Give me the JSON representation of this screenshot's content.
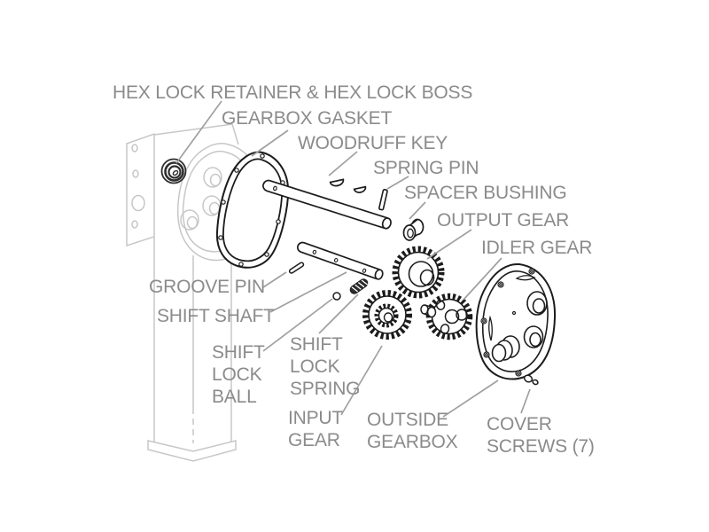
{
  "page": {
    "background": "#ffffff"
  },
  "diagram": {
    "type": "exploded-parts-diagram",
    "subject": "Gearbox assembly exploded view",
    "colors": {
      "label_text": "#8b8b8b",
      "leader_line": "#a0a0a0",
      "part_outline": "#1c1c1c",
      "faded_structure": "#c7c7c7",
      "background": "#ffffff"
    },
    "labels": {
      "hex_lock": {
        "text": "HEX LOCK RETAINER & HEX LOCK BOSS"
      },
      "gearbox_gasket": {
        "text": "GEARBOX GASKET"
      },
      "woodruff_key": {
        "text": "WOODRUFF KEY"
      },
      "spring_pin": {
        "text": "SPRING PIN"
      },
      "spacer_bushing": {
        "text": "SPACER BUSHING"
      },
      "output_gear": {
        "text": "OUTPUT GEAR"
      },
      "idler_gear": {
        "text": "IDLER GEAR"
      },
      "groove_pin": {
        "text": "GROOVE PIN"
      },
      "shift_shaft": {
        "text": "SHIFT SHAFT"
      },
      "shift_lock_ball": {
        "text": "SHIFT\nLOCK\nBALL"
      },
      "shift_lock_spring": {
        "text": "SHIFT\nLOCK\nSPRING"
      },
      "input_gear": {
        "text": "INPUT\nGEAR"
      },
      "outside_gearbox": {
        "text": "OUTSIDE\nGEARBOX"
      },
      "cover_screws": {
        "text": "COVER\nSCREWS (7)"
      }
    }
  }
}
